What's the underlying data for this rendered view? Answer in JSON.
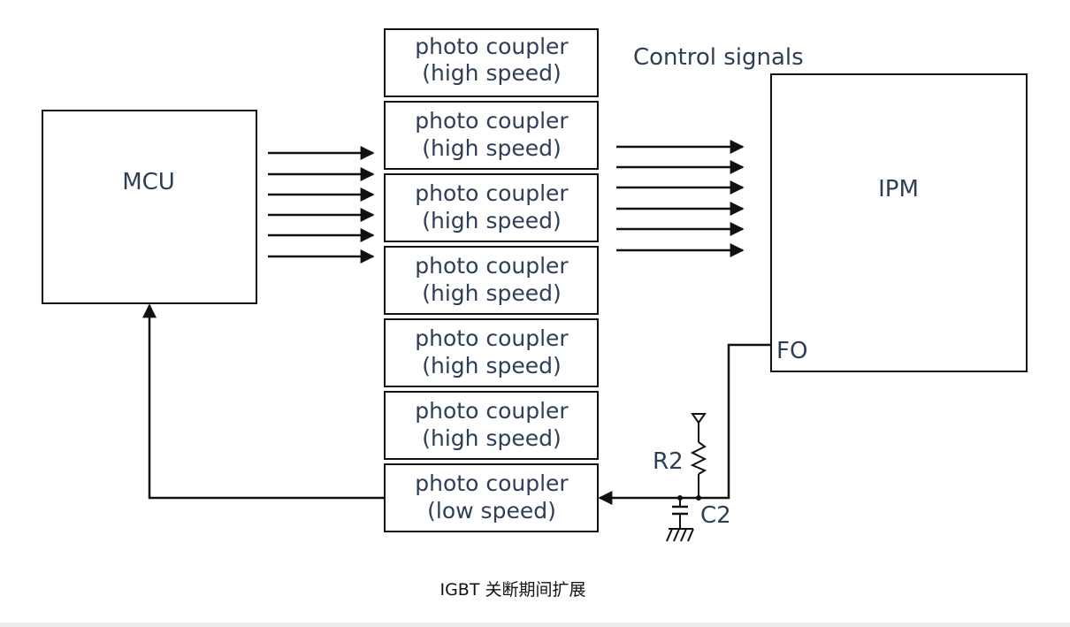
{
  "diagram": {
    "mcu_label": "MCU",
    "ipm_label": "IPM",
    "fo_label": "FO",
    "control_signals_label": "Control signals",
    "r2_label": "R2",
    "c2_label": "C2",
    "couplers": [
      {
        "line1": "photo coupler",
        "line2": "(high speed)"
      },
      {
        "line1": "photo coupler",
        "line2": "(high speed)"
      },
      {
        "line1": "photo coupler",
        "line2": "(high speed)"
      },
      {
        "line1": "photo coupler",
        "line2": "(high speed)"
      },
      {
        "line1": "photo coupler",
        "line2": "(high speed)"
      },
      {
        "line1": "photo coupler",
        "line2": "(high speed)"
      },
      {
        "line1": "photo coupler",
        "line2": "(low speed)"
      }
    ]
  },
  "caption": "IGBT 关断期间扩展",
  "colors": {
    "line": "#111111",
    "text": "#2e3e56"
  }
}
